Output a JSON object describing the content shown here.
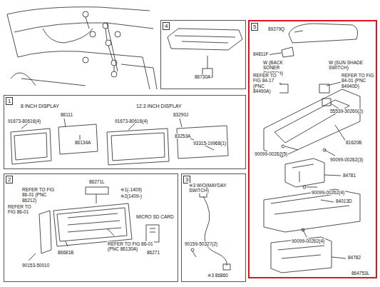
{
  "diagram": {
    "nodes": [
      {
        "text": [
          "4"
        ]
      },
      {
        "text": [
          "1"
        ]
      },
      {
        "text": [
          "2"
        ]
      },
      {
        "text": [
          "3"
        ]
      },
      {
        "text": [
          "5"
        ]
      }
    ],
    "labels": [
      "86730A",
      "8 INCH DISPLAY",
      "12.3 INCH DISPLAY",
      "86111",
      "91673-80616(4)",
      "86134A",
      "83290J",
      "91673-80616(4)",
      "83253A",
      "93315-19968(1)",
      "86271L",
      "※1(-1409)",
      "※2(1409-)",
      "REFER TO FIG 86-01 (PNC 86212)",
      "REFER TO FIG 86-01",
      "86681B",
      "REFER TO FIG 86-01 (PNC 86130A)",
      "90153-50010",
      "MICRO SD CARD",
      "86271",
      "※3 W/O(MAYDAY SWITCH)",
      "90159-50327(2)",
      "※3 86860",
      "89279Q",
      "84811F",
      "W (BACK SONER SWITCH)",
      "W (SUN SHADE SWITCH)",
      "REFER TO FIG 84-17 (PNC 84490A)",
      "REFER TO FIG 84-01 (PNC 84940D)",
      "55539-30260(2)",
      "81620B",
      "90099-00262(5)",
      "90099-00262(3)",
      "84781",
      "90099-00262(4)",
      "84013D",
      "90099-00262(4)",
      "84782",
      "864753L"
    ]
  }
}
